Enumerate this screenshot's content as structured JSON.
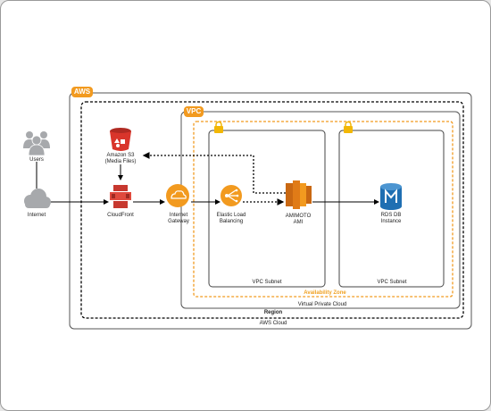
{
  "containers": {
    "aws_badge": "AWS",
    "vpc_badge": "VPC",
    "aws_cloud": "AWS Cloud",
    "region": "Region",
    "vpc_title": "Virtual Private Cloud",
    "availability_zone": "Availability Zone",
    "subnet_left": "VPC Subnet",
    "subnet_right": "VPC Subnet"
  },
  "nodes": {
    "users": "Users",
    "internet": "Internet",
    "s3_line1": "Amazon S3",
    "s3_line2": "(Media Files)",
    "cloudfront": "CloudFront",
    "igw_line1": "Internet",
    "igw_line2": "Gateway",
    "elb_line1": "Elastic Load",
    "elb_line2": "Balancing",
    "ami_line1": "AMIMOTO",
    "ami_line2": "AMI",
    "rds_line1": "RDS DB",
    "rds_line2": "Instance"
  },
  "colors": {
    "aws_orange": "#f29a1f",
    "s3_red": "#d9352b",
    "cloudfront_red": "#c7382f",
    "ec2_orange": "#e07b17",
    "rds_blue": "#1f6fb2",
    "user_gray": "#a7a9ac"
  }
}
